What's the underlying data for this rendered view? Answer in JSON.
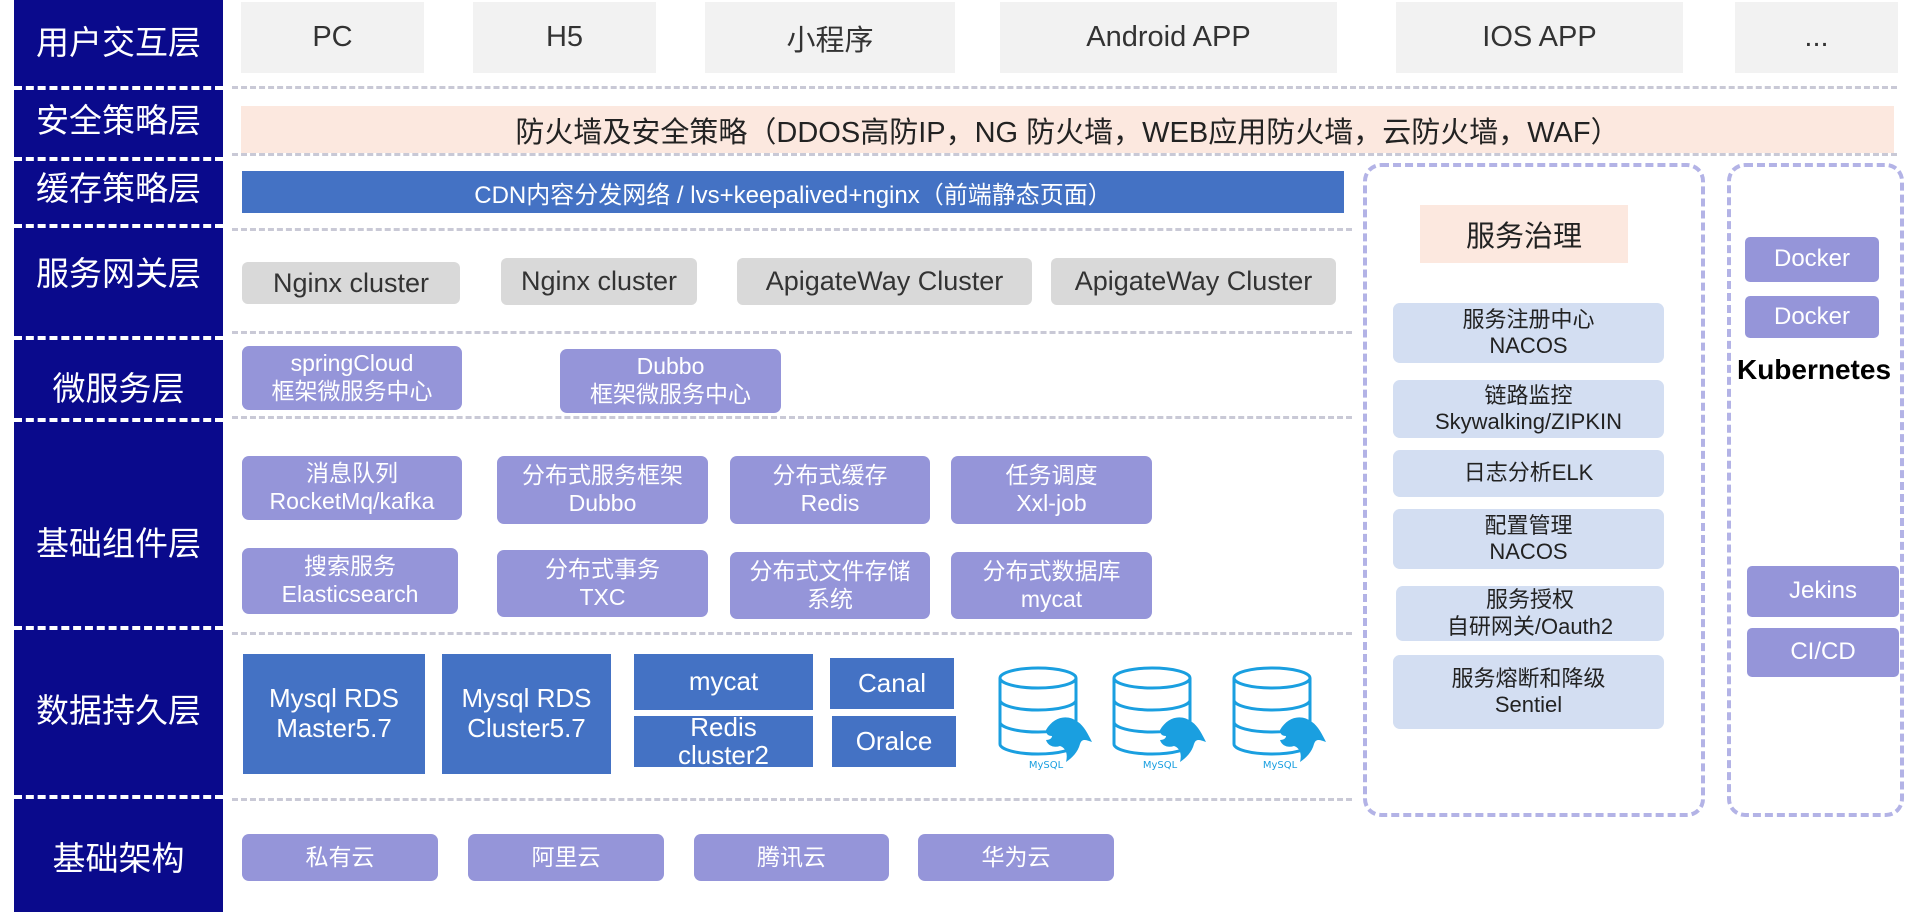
{
  "layers": [
    "用户交互层",
    "安全策略层",
    "缓存策略层",
    "服务网关层",
    "微服务层",
    "基础组件层",
    "数据持久层",
    "基础架构"
  ],
  "clients": [
    "PC",
    "H5",
    "小程序",
    "Android APP",
    "IOS APP",
    "..."
  ],
  "security": "防火墙及安全策略（DDOS高防IP，NG 防火墙，WEB应用防火墙，云防火墙，WAF）",
  "cdn": "CDN内容分发网络 / lvs+keepalived+nginx（前端静态页面）",
  "gateways": [
    "Nginx  cluster",
    "Nginx cluster",
    "ApigateWay Cluster",
    "ApigateWay Cluster"
  ],
  "microservices": [
    {
      "line1": "springCloud",
      "line2": "框架微服务中心"
    },
    {
      "line1": "Dubbo",
      "line2": "框架微服务中心"
    }
  ],
  "components": [
    {
      "line1": "消息队列",
      "line2": "RocketMq/kafka"
    },
    {
      "line1": "分布式服务框架",
      "line2": "Dubbo"
    },
    {
      "line1": "分布式缓存",
      "line2": "Redis"
    },
    {
      "line1": "任务调度",
      "line2": "Xxl-job"
    },
    {
      "line1": "搜索服务",
      "line2": "Elasticsearch"
    },
    {
      "line1": "分布式事务",
      "line2": "TXC"
    },
    {
      "line1": "分布式文件存储",
      "line2": "系统"
    },
    {
      "line1": "分布式数据库",
      "line2": "mycat"
    }
  ],
  "persistence": {
    "mysql_master": {
      "line1": "Mysql RDS",
      "line2": "Master5.7"
    },
    "mysql_cluster": {
      "line1": "Mysql RDS",
      "line2": "Cluster5.7"
    },
    "mycat": "mycat",
    "redis": {
      "line1": "Redis",
      "line2": "cluster2"
    },
    "canal": "Canal",
    "oracle": "Oralce",
    "db_icon_caption": "MySQL"
  },
  "infrastructure": [
    "私有云",
    "阿里云",
    "腾讯云",
    "华为云"
  ],
  "governance": {
    "title": "服务治理",
    "items": [
      {
        "line1": "服务注册中心",
        "line2": "NACOS"
      },
      {
        "line1": "链路监控",
        "line2": "Skywalking/ZIPKIN"
      },
      {
        "line1": "日志分析ELK",
        "line2": ""
      },
      {
        "line1": "配置管理",
        "line2": "NACOS"
      },
      {
        "line1": "服务授权",
        "line2": "自研网关/Oauth2"
      },
      {
        "line1": "服务熔断和降级",
        "line2": "Sentiel"
      }
    ]
  },
  "kubernetes": {
    "title": "Kubernetes",
    "docker": [
      "Docker",
      "Docker"
    ],
    "ci": [
      "Jekins",
      "CI/CD"
    ]
  },
  "colors": {
    "sidebar": "#0a0a8c",
    "purple_box": "#9595d9",
    "blue_box": "#4472c4",
    "peach": "#fce8df",
    "gray_box": "#d9d9d9",
    "governance_item": "#d3def2",
    "mysql_icon": "#1a9fe0"
  }
}
